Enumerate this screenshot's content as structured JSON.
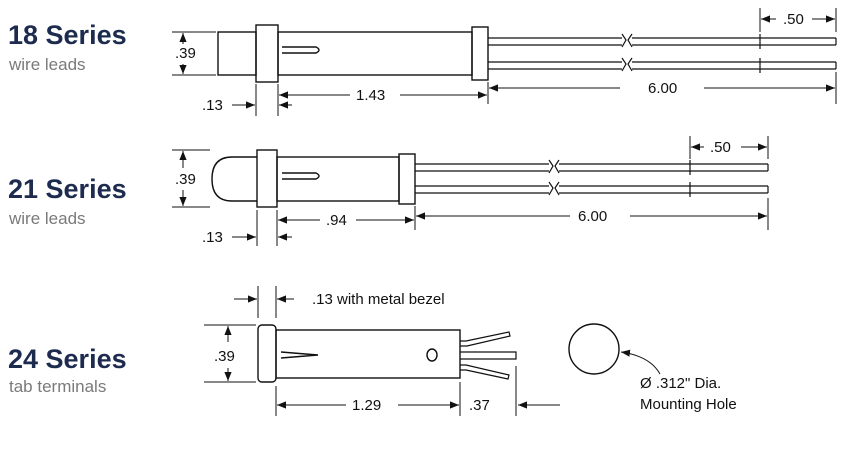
{
  "series": [
    {
      "title": "18 Series",
      "subtitle": "wire leads",
      "dims": {
        "height": ".39",
        "bezel": ".13",
        "body": "1.43",
        "leads": "6.00",
        "strip": ".50"
      }
    },
    {
      "title": "21 Series",
      "subtitle": "wire leads",
      "dims": {
        "height": ".39",
        "bezel": ".13",
        "body": ".94",
        "leads": "6.00",
        "strip": ".50"
      }
    },
    {
      "title": "24 Series",
      "subtitle": "tab terminals",
      "dims": {
        "height": ".39",
        "bezel": ".13 with metal bezel",
        "body": "1.29",
        "tabs": ".37"
      },
      "mounting_hole": {
        "line1": "Ø .312\" Dia.",
        "line2": "Mounting Hole"
      }
    }
  ],
  "colors": {
    "title": "#1d2b4f",
    "subtitle": "#7a7a7a",
    "line": "#111111"
  }
}
